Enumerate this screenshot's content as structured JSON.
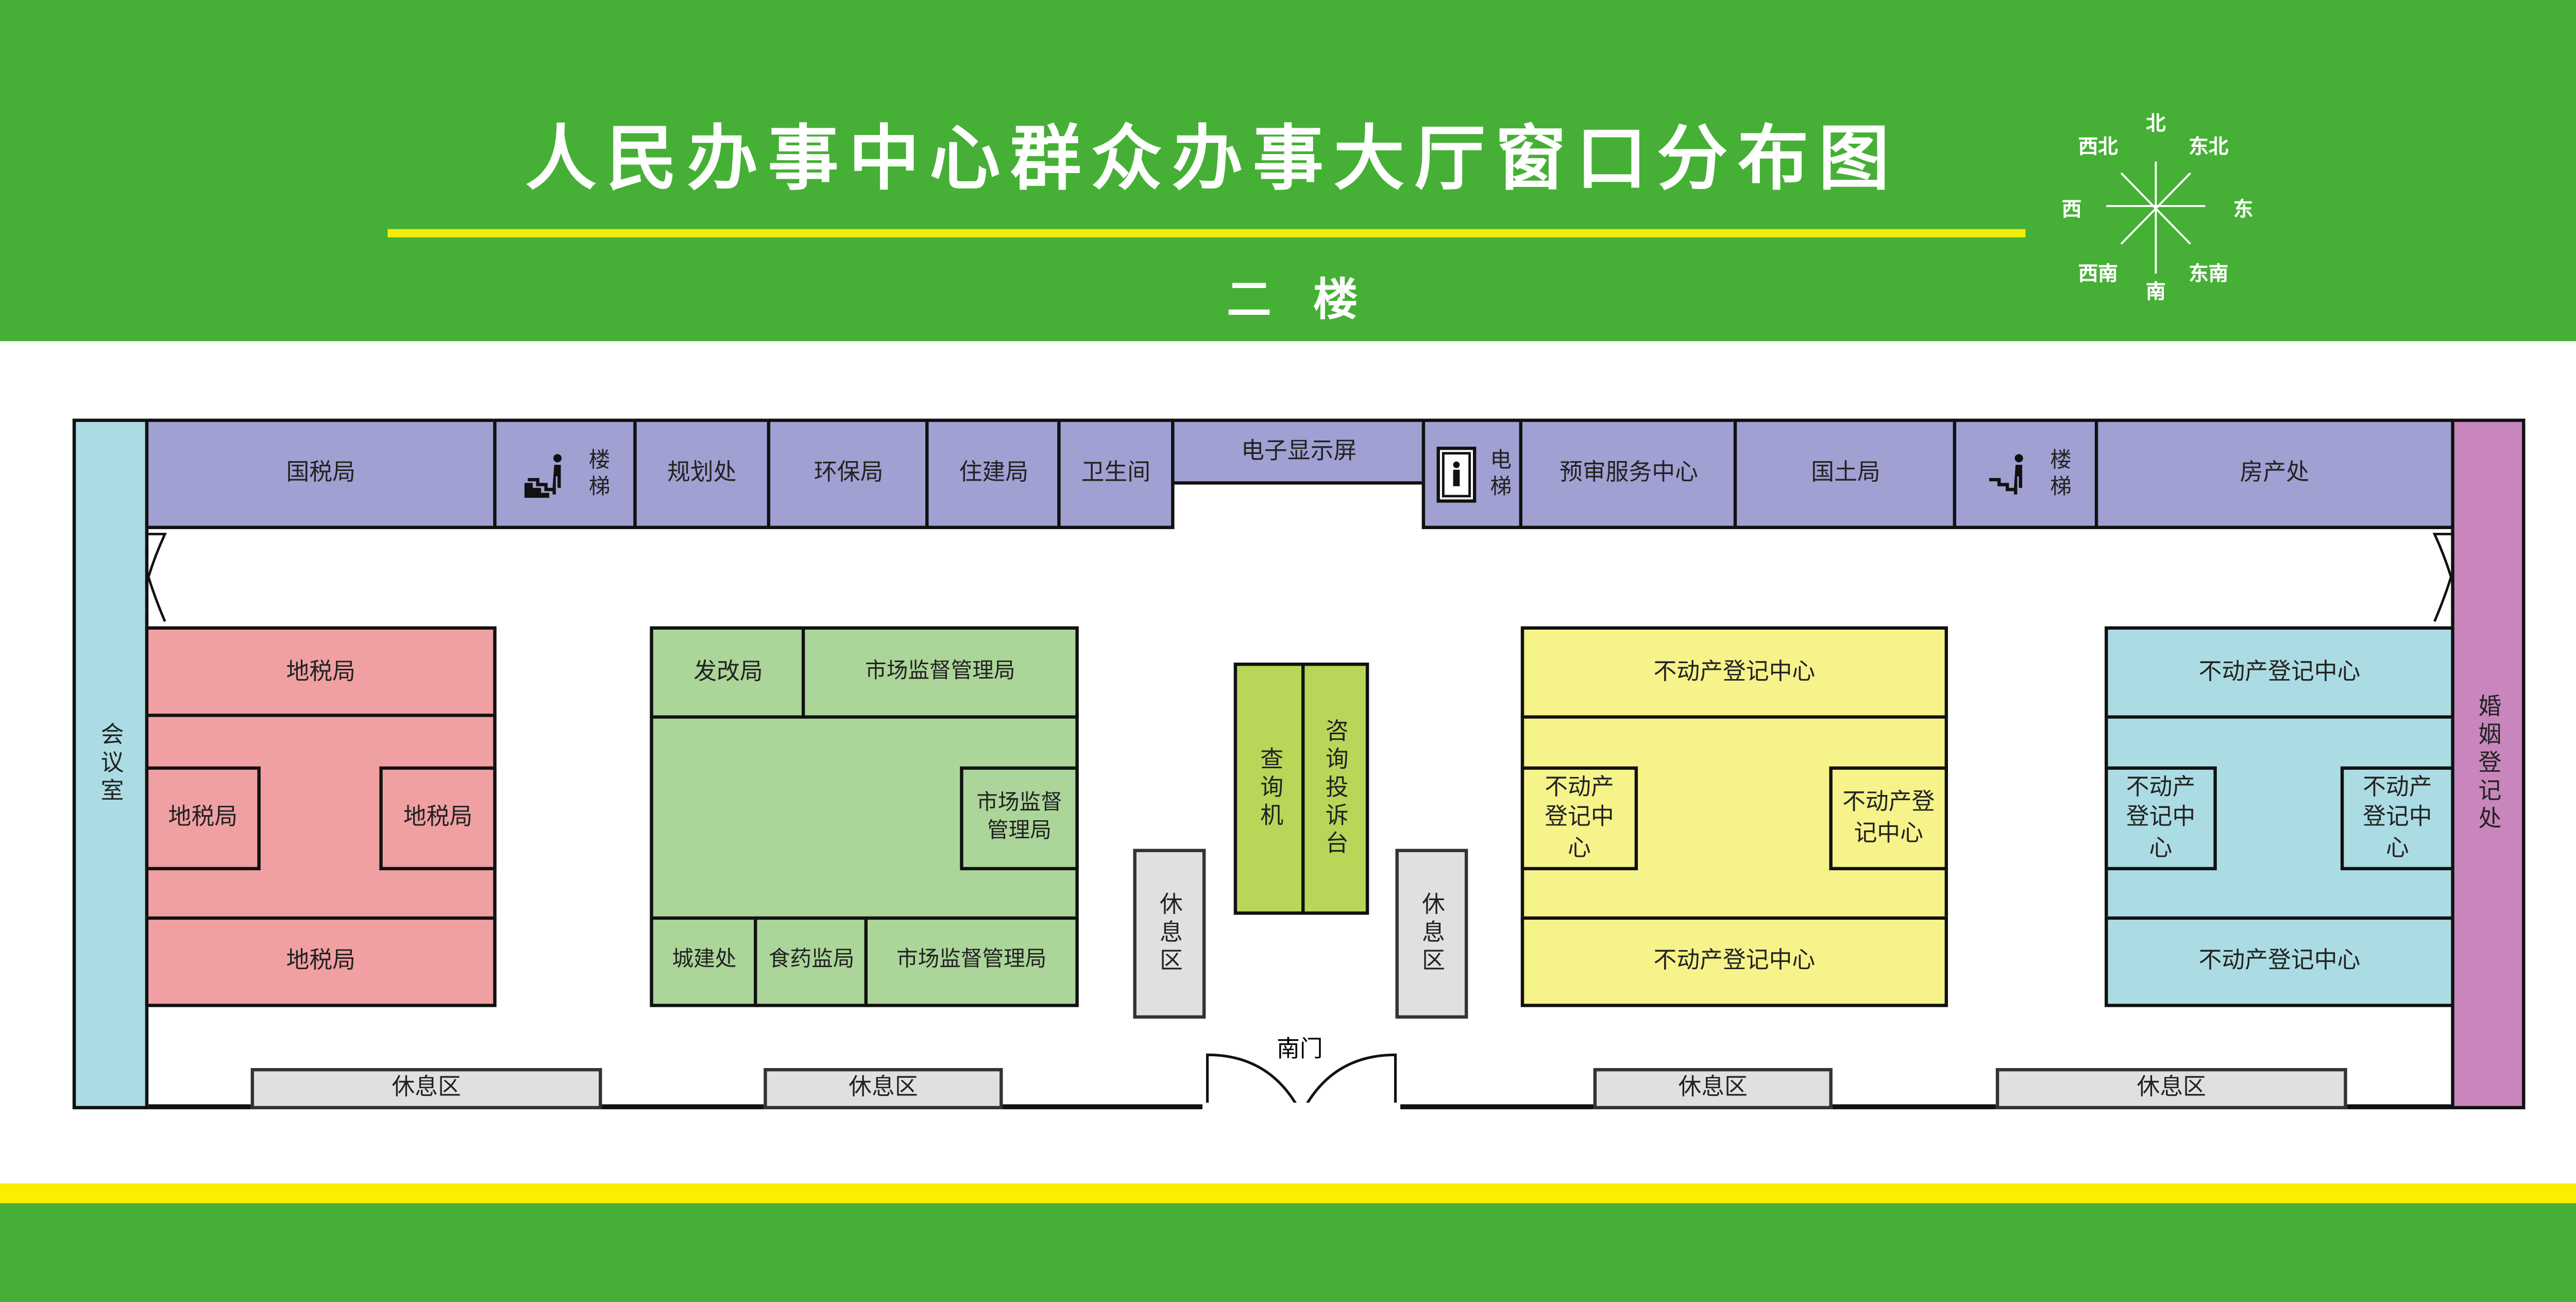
{
  "header": {
    "title": "人民办事中心群众办事大厅窗口分布图",
    "floor": "二 楼"
  },
  "compass": {
    "n": "北",
    "s": "南",
    "e": "东",
    "w": "西",
    "ne": "东北",
    "nw": "西北",
    "se": "东南",
    "sw": "西南"
  },
  "north_row": {
    "guoshui": "国税局",
    "stairs1": "楼梯",
    "guihua": "规划处",
    "huanbao": "环保局",
    "zhujian": "住建局",
    "toilet": "卫生间",
    "screen": "电子显示屏",
    "elevator": "电梯",
    "yushen": "预审服务中心",
    "guotu": "国土局",
    "stairs2": "楼梯",
    "fangchan": "房产处"
  },
  "west": {
    "meeting": "会议室"
  },
  "east": {
    "marriage": "婚姻登记处"
  },
  "dishui": {
    "top": "地税局",
    "left": "地税局",
    "right": "地税局",
    "bottom": "地税局"
  },
  "green_block": {
    "fagai": "发改局",
    "scjg_top": "市场监督管理局",
    "scjg_mid": "市场监督管理局",
    "chengjian": "城建处",
    "shiyao": "食药监局",
    "scjg_bottom": "市场监督管理局"
  },
  "center": {
    "kiosk": "查询机",
    "consult": "咨询投诉台",
    "rest_left": "休息区",
    "rest_right": "休息区",
    "south_gate": "南门"
  },
  "realestate1": {
    "top": "不动产登记中心",
    "left": "不动产登记中心",
    "right": "不动产登记中心",
    "bottom": "不动产登记中心"
  },
  "realestate2": {
    "top": "不动产登记中心",
    "left": "不动产登记中心",
    "right": "不动产登记中心",
    "bottom": "不动产登记中心"
  },
  "rest_areas": [
    "休息区",
    "休息区",
    "休息区",
    "休息区"
  ],
  "colors": {
    "green": "#45b035",
    "yellow": "#fbee00",
    "purple": "#a0a0d2",
    "pink": "#f0a0a2",
    "lightgreen": "#acd59a",
    "lightyellow": "#f5f38a",
    "lightblue": "#acdce3",
    "magenta": "#c886bc"
  }
}
